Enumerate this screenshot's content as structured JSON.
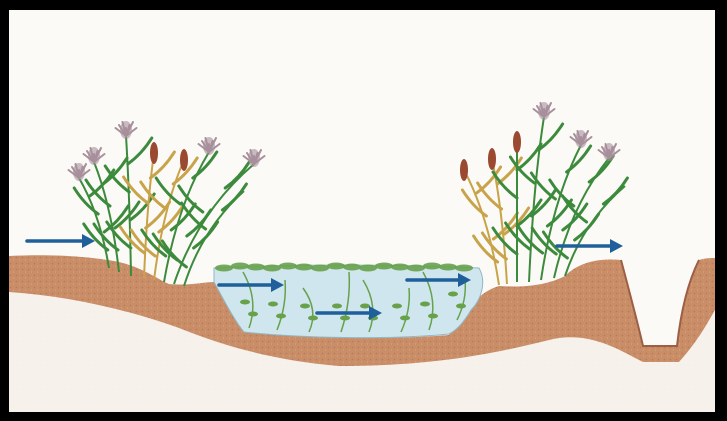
{
  "diagram": {
    "colors": {
      "frame": "#000000",
      "background": "#fbfaf7",
      "soil": "#c98e68",
      "soil_shadow": "#b3765a",
      "water": "#cfe6ef",
      "arrow": "#1f5f9a",
      "reed_green": "#3c8a3c",
      "reed_yellow": "#c8a34a",
      "cattail_brown": "#9a4a30",
      "plume_purple": "#a7909b",
      "aquatic_plant": "#67a14a"
    },
    "flow_arrows": [
      {
        "name": "inflow-arrow"
      },
      {
        "name": "pond-flow-arrow-1"
      },
      {
        "name": "pond-flow-arrow-2"
      },
      {
        "name": "pond-flow-arrow-3"
      },
      {
        "name": "outflow-arrow"
      }
    ]
  }
}
